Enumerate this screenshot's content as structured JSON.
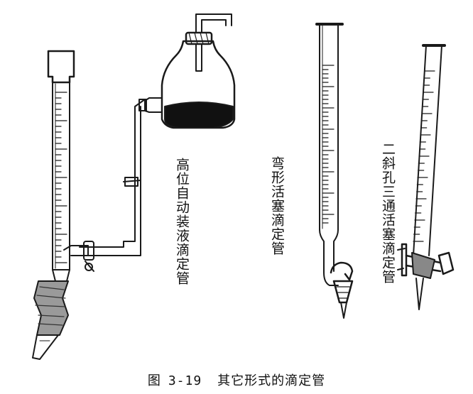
{
  "labels": {
    "auto_burette": "高位自动装液滴定管",
    "bent_burette": "弯形活塞滴定管",
    "three_way_burette": "二斜孔三通活塞滴定管"
  },
  "caption": {
    "prefix": "图",
    "number": "3-19",
    "title": "其它形式的滴定管"
  }
}
